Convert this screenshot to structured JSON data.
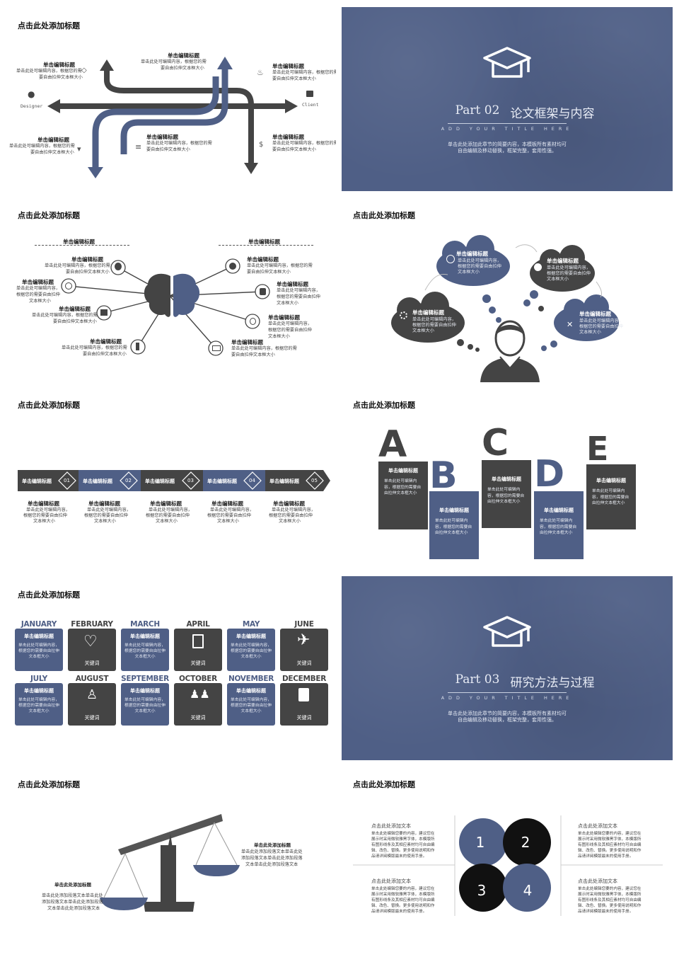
{
  "slides": {
    "s1": {
      "title": "点击此处添加标题",
      "designer": "Designer",
      "client": "Client",
      "items": [
        {
          "title": "单击编辑标题",
          "text1": "单击此处可编辑内容，根据您的需",
          "text2": "要自由拉伸文本框大小"
        },
        {
          "title": "单击编辑标题",
          "text1": "单击此处可编辑内容，根据您的需",
          "text2": "要自由拉伸文本框大小"
        },
        {
          "title": "单击编辑标题",
          "text1": "单击此处可编辑内容，根据您的需",
          "text2": "要自由拉伸文本框大小"
        },
        {
          "title": "单击编辑标题",
          "text1": "单击此处可编辑内容，根据您的需",
          "text2": "要自由拉伸文本框大小"
        },
        {
          "title": "单击编辑标题",
          "text1": "单击此处可编辑内容，根据您的需",
          "text2": "要自由拉伸文本框大小"
        },
        {
          "title": "单击编辑标题",
          "text1": "单击此处可编辑内容，根据您的需",
          "text2": "要自由拉伸文本框大小"
        }
      ]
    },
    "s2": {
      "part": "Part 02",
      "heading": "论文框架与内容",
      "sub": "ADD  YOUR  TITLE  HERE",
      "desc1": "单击此处添加此章节的简要内容，本模板所有素材均可",
      "desc2": "自由编辑及移动替换，框架完整，套用性强。"
    },
    "s3": {
      "title": "点击此处添加标题",
      "left_header": "单击编辑标题",
      "right_header": "单击编辑标题",
      "item_title": "单击编辑标题",
      "item_text1": "单击此处可编辑内容，根据您的需",
      "item_text2": "要自由拉伸文本框大小",
      "item_text_alt1": "单击此处可编辑内容，",
      "item_text_alt2": "根据您的需要自由拉伸",
      "item_text_alt3": "文本框大小"
    },
    "s4": {
      "title": "点击此处添加标题",
      "cloud_title": "单击编辑标题",
      "cloud_text1": "单击此处可编辑内容，",
      "cloud_text2": "根据您的需要自由拉伸",
      "cloud_text3": "文本框大小"
    },
    "s5": {
      "title": "点击此处添加标题",
      "steps": [
        {
          "label": "单击编辑标题",
          "num": "01"
        },
        {
          "label": "单击编辑标题",
          "num": "02"
        },
        {
          "label": "单击编辑标题",
          "num": "03"
        },
        {
          "label": "单击编辑标题",
          "num": "04"
        },
        {
          "label": "单击编辑标题",
          "num": "05"
        }
      ],
      "desc_title": "单击编辑标题",
      "desc1": "单击此处可编辑内容，",
      "desc2": "根据您的需要自由拉伸",
      "desc3": "文本框大小"
    },
    "s6": {
      "title": "点击此处添加标题",
      "letters": [
        "A",
        "B",
        "C",
        "D",
        "E"
      ],
      "card_title": "单击编辑标题",
      "card_text": "单击此处可编辑内容，根据您的需要自由拉伸文本框大小"
    },
    "s7": {
      "title": "点击此处添加标题",
      "months": [
        "JANUARY",
        "FEBRUARY",
        "MARCH",
        "APRIL",
        "MAY",
        "JUNE",
        "JULY",
        "AUGUST",
        "SEPTEMBER",
        "OCTOBER",
        "NOVEMBER",
        "DECEMBER"
      ],
      "box_title": "单击编辑标题",
      "box_text": "单击此处可编辑内容，根据您的需要自由拉伸文本框大小",
      "keyword": "关键词"
    },
    "s8": {
      "part": "Part 03",
      "heading": "研究方法与过程",
      "sub": "ADD  YOUR  TITLE  HERE",
      "desc1": "单击此处添加此章节的简要内容，本模板所有素材均可",
      "desc2": "自由编辑及移动替换，框架完整，套用性强。"
    },
    "s9": {
      "title": "点击此处添加标题",
      "right_title": "单击此处添加标题",
      "right_text1": "单击此处添加段落文本单击此处",
      "right_text2": "添加段落文本单击此处添加段落",
      "right_text3": "文本单击此处添加段落文本",
      "left_title": "单击此处添加标题",
      "left_text1": "单击此处添加段落文本单击此处",
      "left_text2": "添加段落文本单击此处添加段落",
      "left_text3": "文本单击此处添加段落文本"
    },
    "s10": {
      "title": "点击此处添加标题",
      "numbers": [
        "1",
        "2",
        "3",
        "4"
      ],
      "blk_title": "点击此处添加文本",
      "blk1": "单击此处编辑您要的内容，建议您在",
      "blk2": "展示时采用微软雅黑字体，本模版所",
      "blk3": "有图形线条及其相应素材均可自由编",
      "blk4": "辑、改色、替换。更多使用说明和作",
      "blk5": "品请详阅模版最末的使用手册。"
    }
  },
  "colors": {
    "blue": "#4f5f86",
    "dark": "#444444",
    "cover": "#4f5f86"
  }
}
